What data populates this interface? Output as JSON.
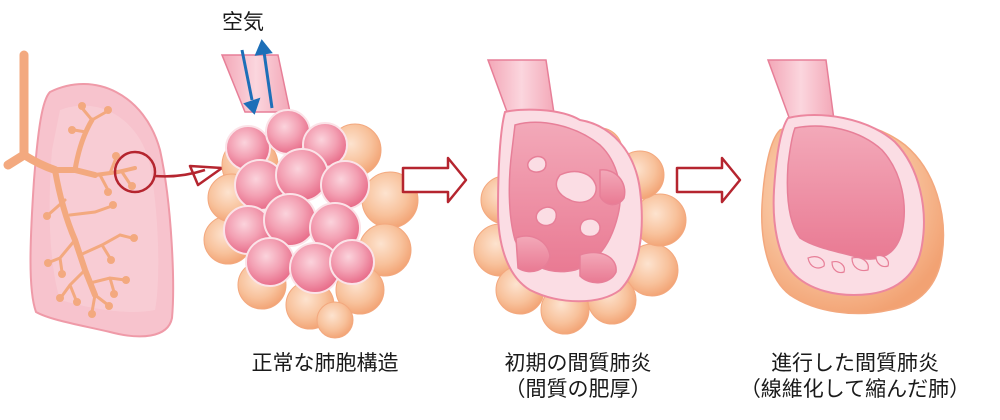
{
  "air_label": "空気",
  "stages": [
    {
      "line1": "正常な肺胞構造",
      "line2": ""
    },
    {
      "line1": "初期の間質肺炎",
      "line2": "（間質の肥厚）"
    },
    {
      "line1": "進行した間質肺炎",
      "line2": "（線維化して縮んだ肺）"
    }
  ],
  "colors": {
    "lung_fill": "#f7c3cd",
    "lung_outline": "#ef9aa8",
    "airway": "#f3a97f",
    "alveolus_pink": "#ef7c97",
    "alveolus_light": "#fbdbe2",
    "tissue_orange": "#f7b78c",
    "arrow_red": "#b5252f",
    "airflow_blue": "#1d6fb8"
  }
}
